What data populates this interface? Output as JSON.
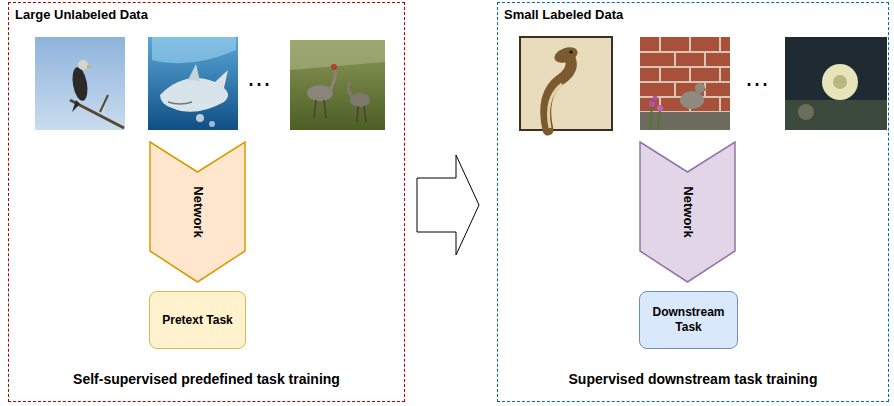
{
  "diagram": {
    "nodes": [
      {
        "text": [
          "Large Unlabeled Data",
          "Self-supervised predefined task training"
        ]
      },
      {
        "text": [
          "Network"
        ],
        "in": 0
      },
      {
        "text": [
          "Pretext Task"
        ],
        "in": 0
      },
      {
        "text": [
          "Small Labeled Data",
          "Supervised downstream task training"
        ]
      },
      {
        "text": [
          "Network"
        ],
        "in": 3
      },
      {
        "text": [
          "Downstream Task"
        ],
        "in": 3
      }
    ],
    "edges": [
      {
        "from": 0,
        "to": 3,
        "arrow": "to"
      }
    ],
    "labels": [
      "⋯",
      "⋯"
    ]
  }
}
